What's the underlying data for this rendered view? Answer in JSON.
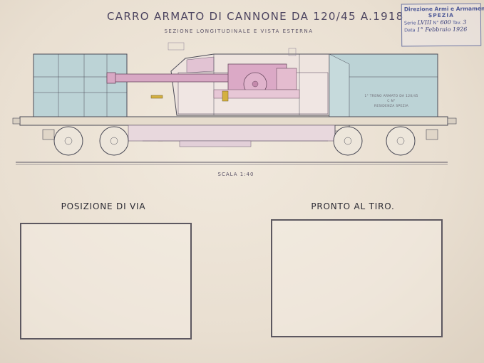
{
  "drawing": {
    "title": "CARRO ARMATO DI CANNONE DA 120/45 A.1918",
    "subtitle": "SEZIONE LONGITUDINALE E VISTA ESTERNA",
    "scale": "SCALA 1:40",
    "wagon_label_line1": "1° TRENO ARMATO DA 120/45",
    "wagon_label_line2": "C N°",
    "wagon_label_line3": "RESIDENZA SPEZIA"
  },
  "panels": {
    "left_label": "POSIZIONE DI VIA",
    "right_label": "PRONTO AL TIRO."
  },
  "stamp": {
    "line1": "Direzione Armi e Armamenti Navali",
    "line2": "SPEZIA",
    "serie_label": "Serie",
    "serie_value": "LVIII",
    "n_label": "N°",
    "n_value": "600",
    "tav_label": "Tav.",
    "tav_value": "3",
    "data_label": "Data",
    "data_value": "1° Febbraio 1926"
  },
  "colors": {
    "paper": "#ece3d6",
    "ink": "#4a4a56",
    "gun_fill": "#d8a8c4",
    "body_fill": "#bcd3d6",
    "brass": "#d4b040",
    "stamp_ink": "#4f5a98"
  }
}
